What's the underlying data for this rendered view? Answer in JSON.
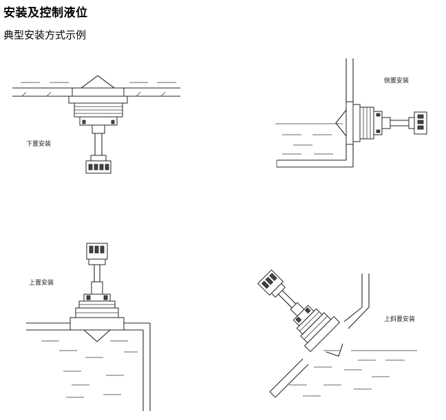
{
  "header": {
    "title": "安装及控制液位",
    "subtitle": "典型安装方式示例"
  },
  "diagrams": {
    "bottom": {
      "label": "下置安装"
    },
    "side": {
      "label": "侧置安装"
    },
    "top": {
      "label": "上置安装"
    },
    "slant": {
      "label": "上斜置安装"
    }
  }
}
